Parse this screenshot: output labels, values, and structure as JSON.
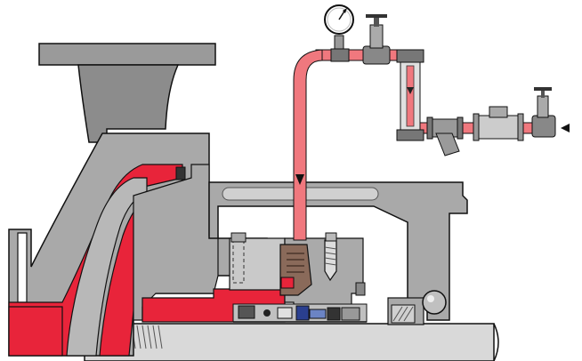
{
  "diagram": {
    "type": "mechanical-seal-flush-plan-cutaway",
    "labels": [],
    "colors": {
      "casing_gray": "#a9a9a9",
      "casing_dark": "#6e6e6e",
      "outline": "#111111",
      "process_fluid_red": "#e8243a",
      "flush_line_pink": "#f0787e",
      "shaft_light": "#d9d9d9",
      "seal_brown": "#8a6a5a",
      "seal_blue": "#2a3f8f",
      "background": "#ffffff"
    },
    "flow_arrows": [
      "flow-in-arrow-right",
      "flow-down-arrow-vertical-line"
    ],
    "instruments": [
      "pressure-gauge",
      "needle-valve",
      "rotameter-flow-indicator",
      "y-strainer",
      "check-valve",
      "isolation-valve"
    ]
  }
}
